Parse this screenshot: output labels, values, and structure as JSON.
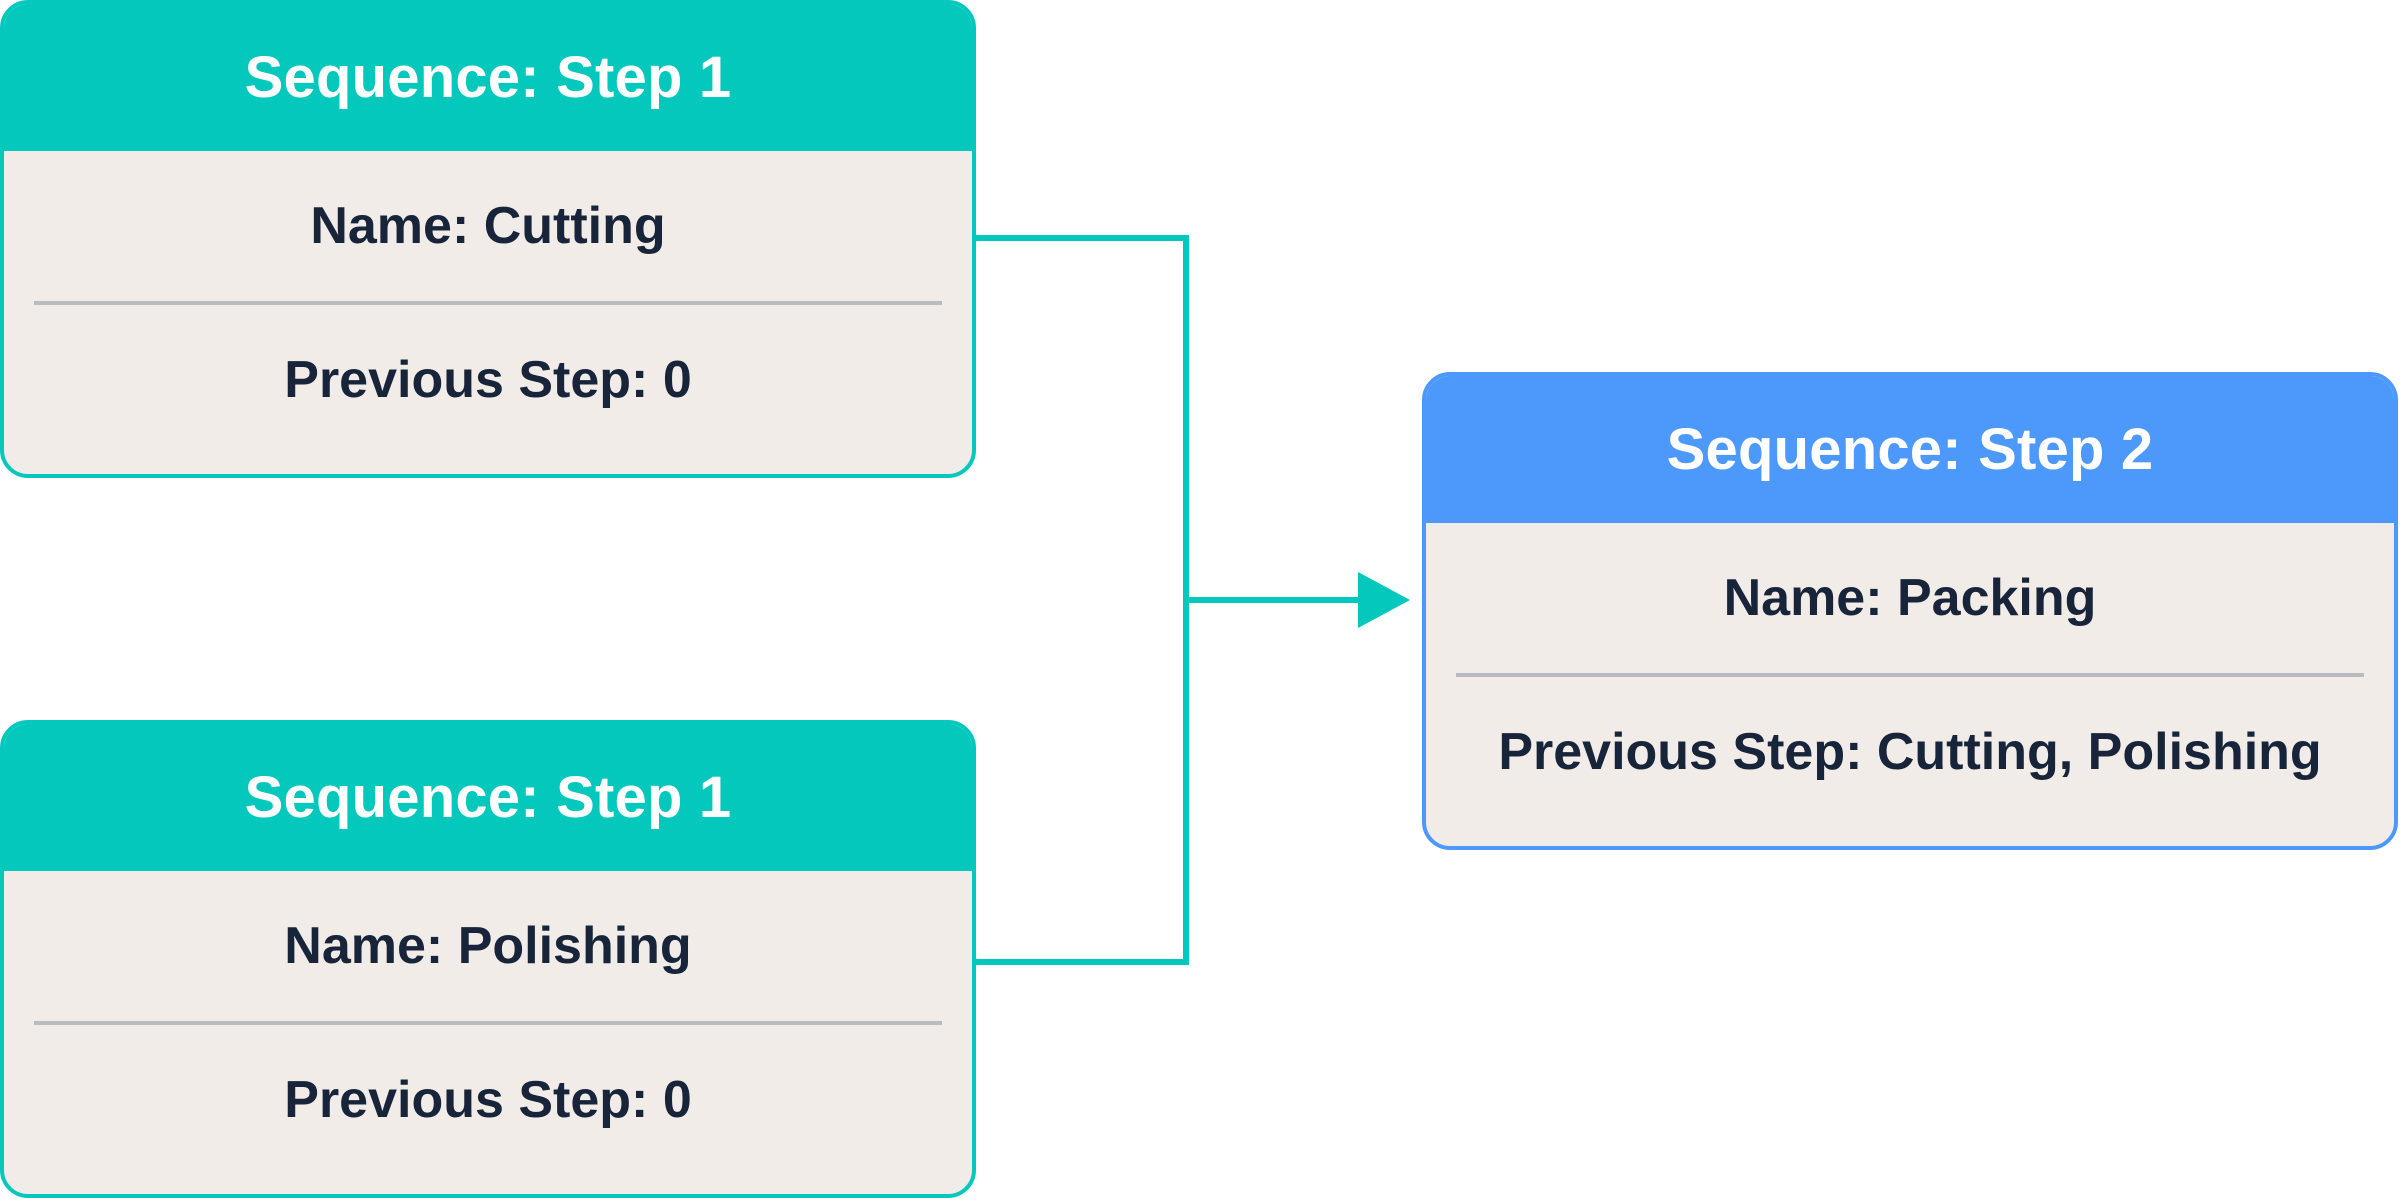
{
  "colors": {
    "teal": "#05c8bd",
    "blue": "#4d99fb",
    "card_body": "#f2ece8",
    "text_dark": "#17243a",
    "divider": "#b8bcc1"
  },
  "cards": {
    "cutting": {
      "title": "Sequence: Step 1",
      "name": "Name: Cutting",
      "previous_step": "Previous Step: 0"
    },
    "polishing": {
      "title": "Sequence: Step 1",
      "name": "Name: Polishing",
      "previous_step": "Previous Step: 0"
    },
    "packing": {
      "title": "Sequence: Step 2",
      "name": "Name: Packing",
      "previous_step": "Previous Step: Cutting, Polishing"
    }
  },
  "connections": [
    {
      "from": "cutting",
      "to": "packing"
    },
    {
      "from": "polishing",
      "to": "packing"
    }
  ]
}
